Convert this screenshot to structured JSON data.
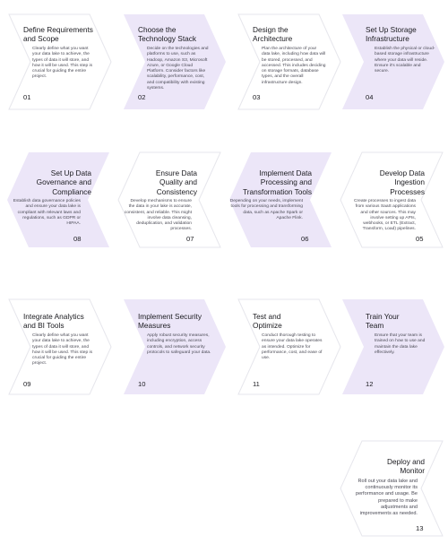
{
  "colors": {
    "fill": "#ece6f8",
    "outline": "#e6e6ec",
    "text": "#1a1a1f",
    "desc": "#4a4a55"
  },
  "steps": [
    {
      "num": "01",
      "title": "Define Requirements and Scope",
      "desc": "Clearly define what you want your data lake to achieve, the types of data it will store, and how it will be used. This step is crucial for guiding the entire project."
    },
    {
      "num": "02",
      "title": "Choose the Technology Stack",
      "desc": "Decide on the technologies and platforms to use, such as Hadoop, Amazon S3, Microsoft Azure, or Google Cloud Platform. Consider factors like scalability, performance, cost, and compatibility with existing systems."
    },
    {
      "num": "03",
      "title": "Design the Architecture",
      "desc": "Plan the architecture of your data lake, including how data will be stored, processed, and accessed. This includes deciding on storage formats, database types, and the overall infrastructure design."
    },
    {
      "num": "04",
      "title": "Set Up Storage Infrastructure",
      "desc": "Establish the physical or cloud-based storage infrastructure where your data will reside. Ensure it's scalable and secure."
    },
    {
      "num": "05",
      "title": "Develop Data Ingestion Processes",
      "desc": "Create processes to ingest data from various SaaS applications and other sources. This may involve setting up APIs, webhooks, or ETL (Extract, Transform, Load) pipelines."
    },
    {
      "num": "06",
      "title": "Implement Data Processing and Transformation Tools",
      "desc": "Depending on your needs, implement tools for processing and transforming data, such as Apache Spark or Apache Flink."
    },
    {
      "num": "07",
      "title": "Ensure Data Quality and Consistency",
      "desc": "Develop mechanisms to ensure the data in your lake is accurate, consistent, and reliable. This might involve data cleansing, deduplication, and validation processes."
    },
    {
      "num": "08",
      "title": "Set Up Data Governance and Compliance",
      "desc": "Establish data governance policies and ensure your data lake is compliant with relevant laws and regulations, such as GDPR or HIPAA."
    },
    {
      "num": "09",
      "title": "Integrate Analytics and BI Tools",
      "desc": "Clearly define what you want your data lake to achieve, the types of data it will store, and how it will be used. This step is crucial for guiding the entire project."
    },
    {
      "num": "10",
      "title": "Implement Security Measures",
      "desc": "Apply robust security measures, including encryption, access controls, and network security protocols to safeguard your data."
    },
    {
      "num": "11",
      "title": "Test and Optimize",
      "desc": "Conduct thorough testing to ensure your data lake operates as intended. Optimize for performance, cost, and ease of use."
    },
    {
      "num": "12",
      "title": "Train Your Team",
      "desc": "Ensure that your team is trained on how to use and maintain the data lake effectively."
    },
    {
      "num": "13",
      "title": "Deploy and Monitor",
      "desc": "Roll out your data lake and continuously monitor its performance and usage. Be prepared to make adjustments and improvements as needed."
    }
  ]
}
